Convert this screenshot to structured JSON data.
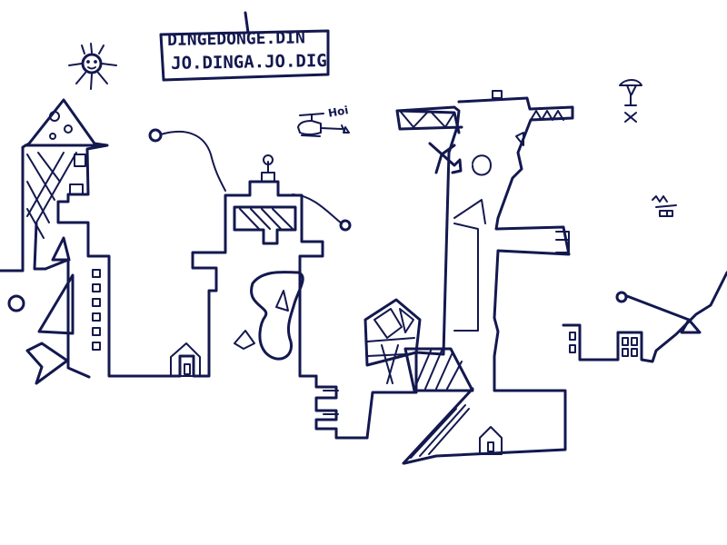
{
  "canvas": {
    "background": "#ffffff",
    "ink_color": "#13184f"
  },
  "sign": {
    "line1": "DINGEDONGE.DIN",
    "line2": "JO.DINGA.JO.DIG"
  },
  "helicopter": {
    "label": "Hoi"
  }
}
